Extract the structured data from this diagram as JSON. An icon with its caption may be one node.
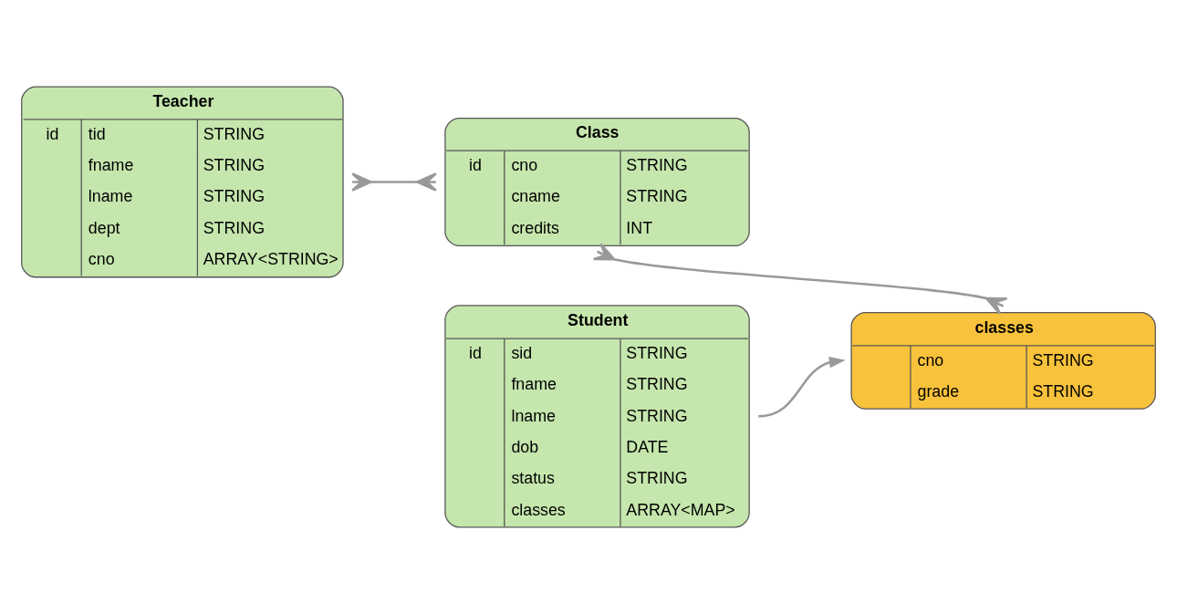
{
  "diagram": {
    "nodes": [
      {
        "text": [
          "Teacher",
          "id",
          "tid",
          "STRING",
          "fname",
          "STRING",
          "lname",
          "STRING",
          "dept",
          "STRING",
          "cno",
          "ARRAY<STRING>"
        ]
      },
      {
        "text": [
          "Student",
          "id",
          "sid",
          "STRING",
          "fname",
          "STRING",
          "lname",
          "STRING",
          "dob",
          "DATE",
          "status",
          "STRING",
          "classes",
          "ARRAY<MAP>"
        ]
      },
      {
        "text": [
          "Class",
          "id",
          "cno",
          "STRING",
          "cname",
          "STRING",
          "credits",
          "INT"
        ]
      },
      {
        "text": [
          "classes",
          "cno",
          "STRING",
          "grade",
          "STRING"
        ]
      }
    ],
    "edges": [
      {
        "from": 0,
        "to": 2,
        "arrow": "other"
      },
      {
        "from": 1,
        "to": 3,
        "arrow": "to"
      },
      {
        "from": 2,
        "to": 3,
        "arrow": "other"
      }
    ]
  }
}
